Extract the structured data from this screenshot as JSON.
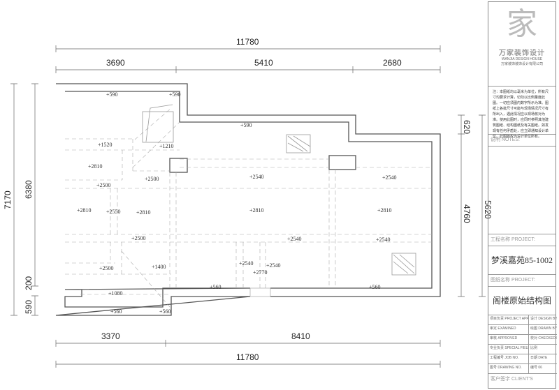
{
  "dimensions": {
    "top_total": "11780",
    "top_segments": [
      "3690",
      "5410",
      "2680"
    ],
    "bottom_total": "11780",
    "bottom_segments": [
      "3370",
      "8410"
    ],
    "left_outer": "7170",
    "left_inner": [
      "6380",
      "200",
      "590"
    ],
    "right_outer": "5620",
    "right_inner": [
      "620",
      "4760"
    ]
  },
  "levels": [
    "+590",
    "+590",
    "+590",
    "+1520",
    "+1210",
    "+2810",
    "+2500",
    "+2500",
    "+2540",
    "+2540",
    "+2810",
    "+2550",
    "+2810",
    "+2810",
    "+2810",
    "+2500",
    "+2540",
    "+2540",
    "+2500",
    "+1400",
    "+2540",
    "+2770",
    "+2540",
    "+1080",
    "+560",
    "+560",
    "+560",
    "+560"
  ],
  "title_block": {
    "company": "万家装饰设计",
    "company_en": "WANJIA DESIGN HOUSE",
    "company_full": "万家装饰装饰设计有限公司",
    "note": "注：本图纸均以毫米为单位，所有尺寸均要求计算，切勿以比例量度此图。一切应须图内数字所示为准。图纸上各批尺寸可能与现场情况尺寸有所出入，遇此情况应以现场核对为准。使用此图时，应同时参照其他建筑图纸、结构图纸及有关图纸。如发现有任何矛盾处，应立即通知设计单位。此图版权为设计单位所有。",
    "notes_label": "说明  NOTES:",
    "project_label": "工程名称 PROJECT:",
    "project_name": "梦溪嘉苑85-1002",
    "drawing_label": "图纸名称 PROJECT:",
    "drawing_name": "阁楼原始结构图",
    "fields": [
      "项目负责 PROJECT APPROVER",
      "设计 DESIGN BY 李刚",
      "审定 EXAMINED",
      "绘图 DRAWN BY",
      "审核 APPROVED",
      "校对 CHECKED BY",
      "专业负责 SPECIAL FIELD IN CHARGE",
      "比例",
      "工程编号 JOB NO.",
      "日期 DATE",
      "图号 DRAWING NO.",
      "编号 06"
    ],
    "client_label": "客户签字 CLIENT'S"
  }
}
